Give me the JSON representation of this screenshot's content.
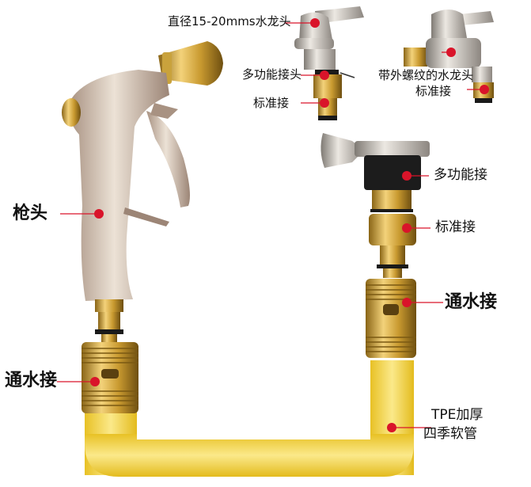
{
  "labels": {
    "faucet_15_20mm": "直径15-20mms水龙头",
    "multi_connector_head": "多功能接头",
    "standard_connector_top": "标准接",
    "external_thread_faucet": "带外螺纹的水龙头",
    "standard_connector_right": "标准接",
    "multi_connector": "多功能接",
    "standard_connector": "标准接",
    "through_connector_right": "通水接",
    "gun_head": "枪头",
    "through_connector_left": "通水接",
    "hose_line1": "TPE加厚",
    "hose_line2": "四季软管"
  },
  "colors": {
    "marker_red": "#d9142a",
    "hose_yellow": "#f5d94a",
    "brass": "#c9a23c",
    "chrome": "#b9b4ad",
    "gun_body": "#c9b8a8"
  },
  "icons": [
    "spray-gun-icon",
    "faucet-icon",
    "faucet-icon",
    "hose-clamp-icon",
    "quick-connector-icon"
  ]
}
